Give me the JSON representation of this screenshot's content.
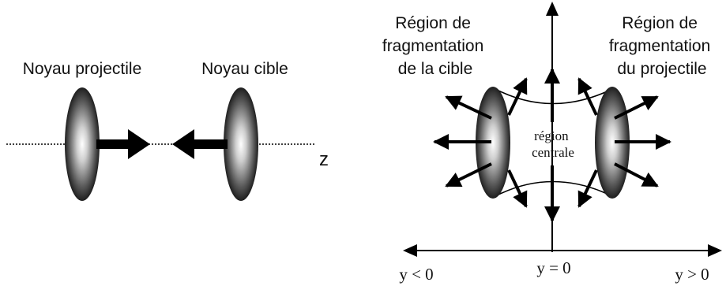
{
  "left_panel": {
    "projectile_label": "Noyau projectile",
    "target_label": "Noyau cible",
    "axis_label": "z"
  },
  "right_panel": {
    "target_fragmentation": [
      "Région de",
      "fragmentation",
      "de la cible"
    ],
    "projectile_fragmentation": [
      "Région de",
      "fragmentation",
      "du projectile"
    ],
    "central_region": [
      "région",
      "centrale"
    ],
    "rapidity_axis": {
      "negative": "y < 0",
      "zero": "y = 0",
      "positive": "y > 0"
    }
  }
}
